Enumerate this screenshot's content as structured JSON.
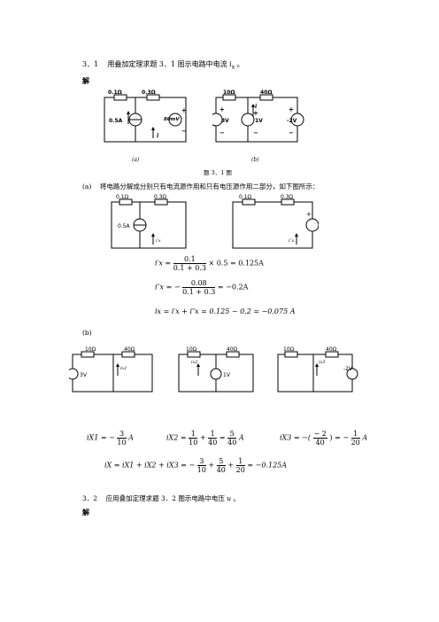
{
  "problem1": {
    "number": "3．1",
    "statement": "用叠加定理求题 3．1 图示电路中电流",
    "statement_var": "i",
    "statement_sub": "x",
    "statement_end": "。",
    "solution_label": "解"
  },
  "fig1": {
    "a": {
      "r1": "0.1Ω",
      "r2": "0.3Ω",
      "cs": "0.5A",
      "vs": "80mV",
      "ix": "i",
      "ix_sub": "x",
      "caption": "(a)",
      "plus": "+",
      "minus": "−"
    },
    "b": {
      "r1": "10Ω",
      "r2": "40Ω",
      "v1": "3V",
      "v2": "1V",
      "v3": "-2V",
      "ix": "i",
      "ix_sub": "x",
      "caption": "(b)",
      "plus": "+",
      "minus": "−"
    },
    "caption": "题 3．1 图"
  },
  "part_a": {
    "label": "(a)",
    "text": "将电路分解成分别只有电流源作用和只有电压源作用二部分，如下图所示：",
    "left": {
      "r1": "0.1Ω",
      "r2": "0.3Ω",
      "cs": "0.5A",
      "cur": "i′x"
    },
    "right": {
      "r1": "0.1Ω",
      "r2": "0.3Ω",
      "plus": "+",
      "cur": "i″x"
    },
    "eq1": {
      "lhs": "i′x =",
      "num": "0.1",
      "den": "0.1 + 0.3",
      "rest": "× 0.5 = 0.125A"
    },
    "eq2": {
      "lhs": "i″x = −",
      "num": "0.08",
      "den": "0.1 + 0.3",
      "rest": "= −0.2A"
    },
    "eq3": {
      "text": "ix = i′x + i″x = 0.125 − 0.2 = −0.075 A"
    }
  },
  "part_b": {
    "label": "(b)",
    "c1": {
      "r1": "10Ω",
      "r2": "40Ω",
      "v": "3V",
      "cur": "ix1"
    },
    "c2": {
      "r1": "10Ω",
      "r2": "40Ω",
      "v": "1V",
      "cur": "ix2"
    },
    "c3": {
      "r1": "10Ω",
      "r2": "40Ω",
      "v": "-2V",
      "cur": "ix3"
    },
    "eq1": {
      "lhs": "iX1 = −",
      "num": "3",
      "den": "10",
      "unit": "A"
    },
    "eq2": {
      "lhs": "iX2 =",
      "num1": "1",
      "den1": "10",
      "plus": "+",
      "num2": "1",
      "den2": "40",
      "eqs": "=",
      "num3": "5",
      "den3": "40",
      "unit": "A"
    },
    "eq3": {
      "lhs": "iX3 = −(",
      "num1": "− 2",
      "den1": "40",
      "mid": ") = −",
      "num2": "1",
      "den2": "20",
      "unit": "A"
    },
    "eq4": {
      "lhs": "iX = iX1 + iX2 + iX3 = −",
      "n1": "3",
      "d1": "10",
      "p1": "+",
      "n2": "5",
      "d2": "40",
      "p2": "+",
      "n3": "1",
      "d3": "20",
      "res": "= −0.125A"
    }
  },
  "problem2": {
    "number": "3．2",
    "statement": "应用叠加定理求题 3．2 图示电路中电压",
    "statement_var": "u",
    "statement_end": "。",
    "solution_label": "解"
  }
}
